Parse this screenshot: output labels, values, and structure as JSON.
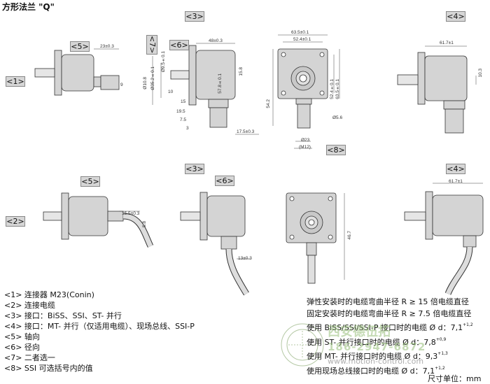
{
  "title": "方形法兰 \"Q\"",
  "view_labels": {
    "v3_top": "<3>",
    "v4_top": "<4>",
    "v5_top": "<5>",
    "v6_top": "<6>",
    "v7": "<7>",
    "v8": "<8>",
    "r1": "<1>",
    "r2": "<2>",
    "v3_bot": "<3>",
    "v4_bot": "<4>",
    "v5_bot": "<5>",
    "v6_bot": "<6>"
  },
  "dimensions": {
    "d23": "23±0.3",
    "d9": "9",
    "d48": "48±0.3",
    "dphi36": "Ø35.2±0.1",
    "dphi10": "Ø10.8",
    "d10": "10",
    "d95": "Ø9.5±0.1",
    "d15": "15",
    "d195": "19.5",
    "d75": "7.5",
    "d3": "3",
    "d175": "17.5±0.3",
    "d578": "57.8±0.1",
    "d158": "15.8",
    "d635": "63.5±0.1",
    "d524": "52.4±0.1",
    "d542": "54.2",
    "d524v": "52.4±0.1",
    "d635v": "63.5±0.1",
    "d56": "Ø5.6",
    "d23b": "Ø23",
    "dm12": "(M12)",
    "d617": "61.7±1",
    "d103": "10.3",
    "d155": "15.5±0.3",
    "d158b": "5.8",
    "d467": "46.7",
    "d136": "13±0.3",
    "d617b": "61.7±1"
  },
  "legend": [
    "<1> 连接器 M23(Conin)",
    "<2> 连接电缆",
    "<3> 接口：BiSS、SSI、ST- 并行",
    "<4> 接口：MT- 并行（仅适用电缆）、现场总线、SSI-P",
    "<5> 轴向",
    "<6> 径向",
    "<7> 二者选一",
    "<8> SSI 可选括号内的值"
  ],
  "notes": {
    "line1": "弹性安装时的电缆弯曲半径 R ≥ 15 倍电缆直径",
    "line2": "固定安装时的电缆弯曲半径 R ≥ 7.5 倍电缆直径",
    "line3": "使用 BiSS/SSI/SSI-P 接口时的电缆 Ø d：7,1",
    "line3_sup": "+1,2",
    "line4": "使用 ST- 并行接口时的电缆 Ø d：7,8",
    "line4_sup": "+0,9",
    "line5": "使用 MT- 并行接口时的电缆 Ø d：9,3",
    "line5_sup": "+1,3",
    "line6": "使用现场总线接口时的电缆 Ø d：7,1",
    "line6_sup": "+1,2"
  },
  "unit": "尺寸单位：mm",
  "watermark": {
    "company": "西安德伍拓",
    "phone": "186-2947-6872",
    "url": "www.motion-control.com"
  }
}
